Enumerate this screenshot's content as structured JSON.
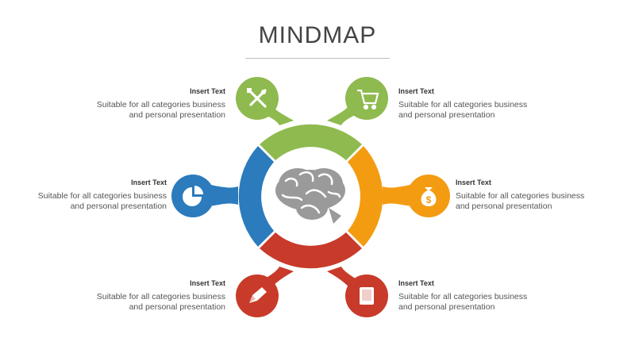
{
  "title": "MINDMAP",
  "colors": {
    "green": "#8fba4f",
    "orange": "#f39c12",
    "red": "#c83a2a",
    "blue": "#2b7bbd",
    "brain": "#9a9a9a"
  },
  "nodes": [
    {
      "id": "top-left",
      "icon": "tools-icon",
      "color": "green",
      "heading": "Insert Text",
      "line1": "Suitable for all categories business",
      "line2": "and personal presentation"
    },
    {
      "id": "top-right",
      "icon": "shopping-cart-icon",
      "color": "green",
      "heading": "Insert Text",
      "line1": "Suitable for all categories business",
      "line2": "and personal presentation"
    },
    {
      "id": "mid-left",
      "icon": "pie-chart-icon",
      "color": "blue",
      "heading": "Insert Text",
      "line1": "Suitable for all categories business",
      "line2": "and personal presentation"
    },
    {
      "id": "mid-right",
      "icon": "money-bag-icon",
      "color": "orange",
      "heading": "Insert Text",
      "line1": "Suitable for all categories business",
      "line2": "and personal presentation"
    },
    {
      "id": "bottom-left",
      "icon": "pencil-icon",
      "color": "red",
      "heading": "Insert Text",
      "line1": "Suitable for all categories business",
      "line2": "and personal presentation"
    },
    {
      "id": "bottom-right",
      "icon": "book-icon",
      "color": "red",
      "heading": "Insert Text",
      "line1": "Suitable for all categories business",
      "line2": "and personal presentation"
    }
  ],
  "center_icon": "brain-icon"
}
